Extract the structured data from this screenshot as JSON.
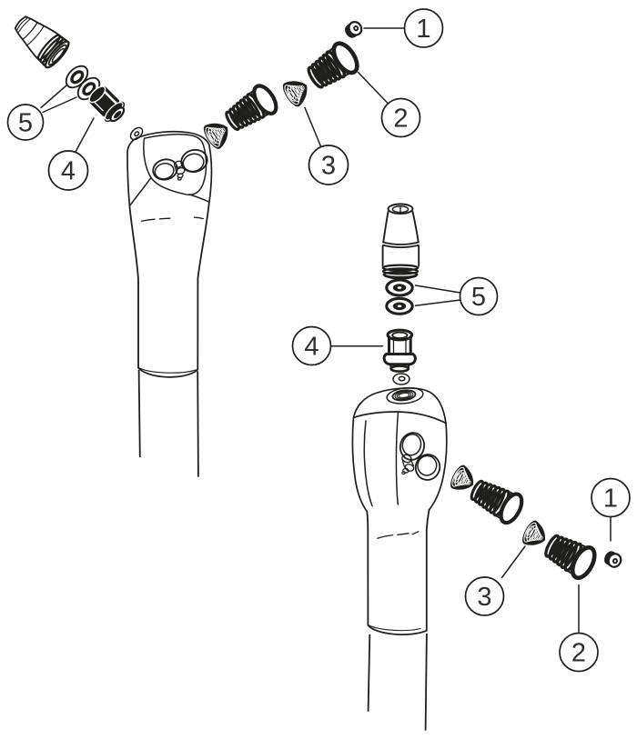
{
  "page": {
    "background": "#ffffff",
    "line_color": "#1f1f1d",
    "label_color": "#2f2f2f"
  },
  "figure": {
    "name": "torch-exploded-parts-diagram",
    "views": [
      {
        "name": "angled-head-exploded-view",
        "callouts": [
          {
            "label": "1"
          },
          {
            "label": "2"
          },
          {
            "label": "3"
          },
          {
            "label": "4"
          },
          {
            "label": "5"
          }
        ]
      },
      {
        "name": "vertical-head-exploded-view",
        "callouts": [
          {
            "label": "1"
          },
          {
            "label": "2"
          },
          {
            "label": "3"
          },
          {
            "label": "4"
          },
          {
            "label": "5"
          }
        ]
      }
    ]
  }
}
